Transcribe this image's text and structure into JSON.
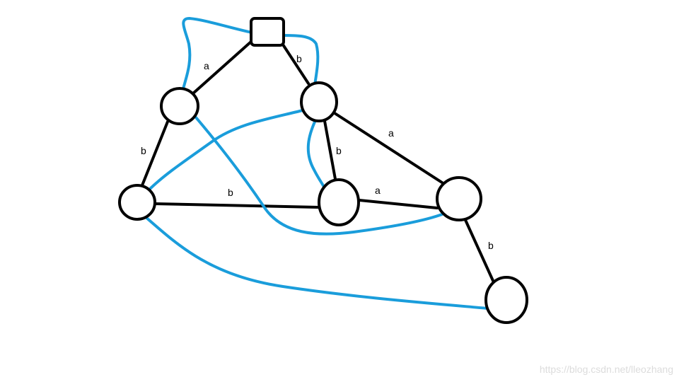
{
  "colors": {
    "background": "#ffffff",
    "black_edge": "#000000",
    "blue_edge": "#1a9ddb"
  },
  "edge_labels": {
    "root_to_left_top": "a",
    "root_to_right_top": "b",
    "left_top_to_left_mid": "b",
    "right_top_to_center": "b",
    "right_top_to_right_mid": "a",
    "left_mid_to_center": "b",
    "center_to_right_mid": "a",
    "right_mid_to_bottom_right": "b"
  },
  "watermark": "https://blog.csdn.net/lleozhang"
}
